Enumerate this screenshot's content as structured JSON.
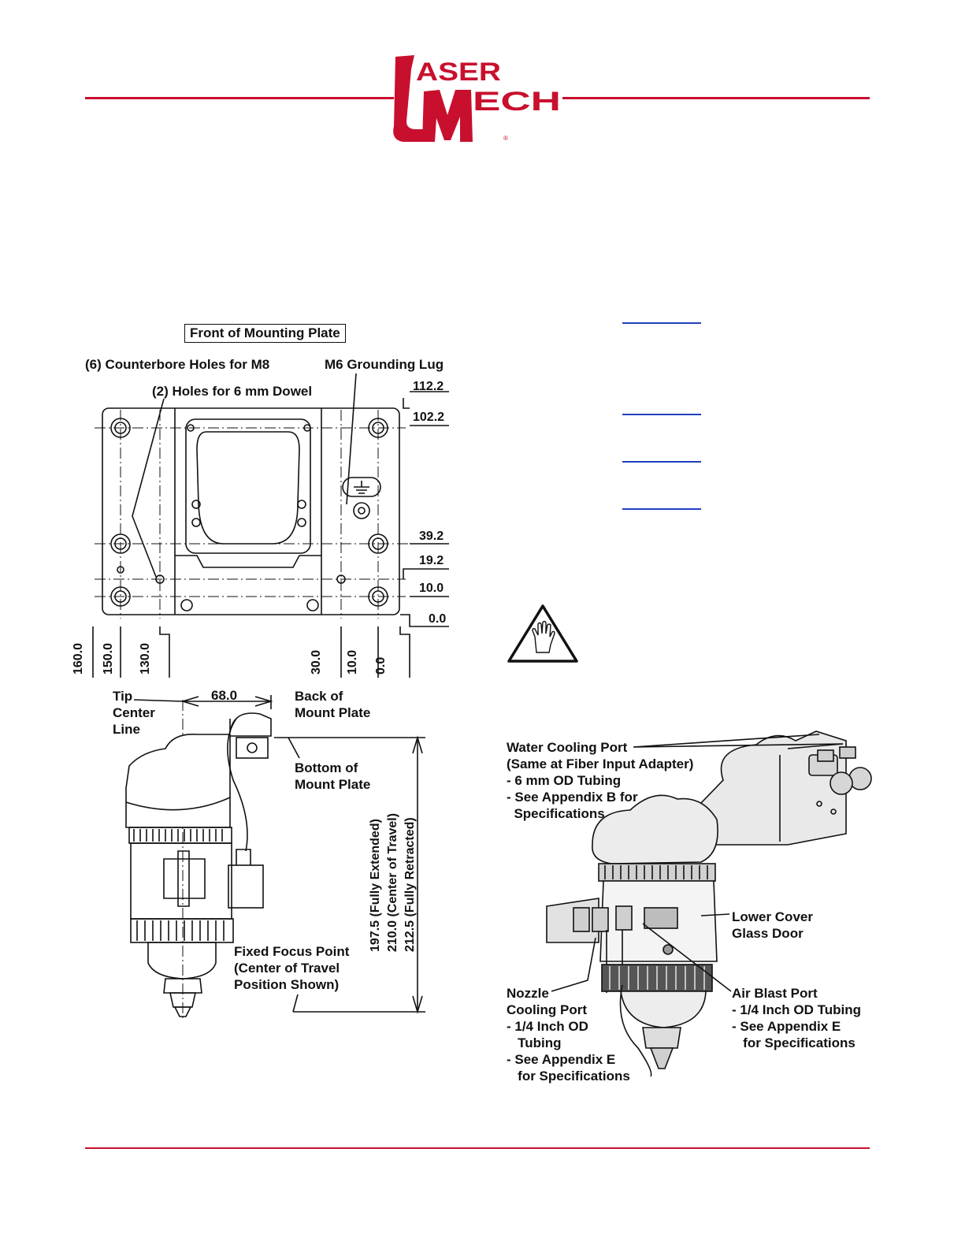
{
  "header": {
    "logo_text_top": "LASER",
    "logo_text_bottom": "MECH",
    "brand_color": "#c8102e"
  },
  "drawing_front": {
    "title": "Front of Mounting Plate",
    "callouts": {
      "counterbore": "(6) Counterbore Holes for M8",
      "dowel": "(2) Holes for 6 mm Dowel",
      "grounding": "M6 Grounding Lug"
    },
    "vertical_dims": [
      "112.2",
      "102.2",
      "39.2",
      "19.2",
      "10.0",
      "0.0"
    ],
    "horizontal_dims": [
      "160.0",
      "150.0",
      "130.0",
      "30.0",
      "10.0",
      "0.0"
    ]
  },
  "drawing_side": {
    "tip_center_line": "Tip\nCenter\nLine",
    "offset_dim": "68.0",
    "back_of_mount": "Back of\nMount Plate",
    "bottom_of_mount": "Bottom of\nMount Plate",
    "fixed_focus": "Fixed Focus Point\n(Center of Travel\nPosition Shown)",
    "height_dims": [
      "197.5 (Fully Extended)",
      "210.0 (Center of Travel)",
      "212.5 (Fully Retracted)"
    ]
  },
  "photo_labels": {
    "water_cooling": "Water Cooling Port\n(Same at Fiber Input Adapter)\n- 6 mm OD Tubing\n- See Appendix B for\n  Specifications",
    "lower_cover": "Lower Cover\nGlass Door",
    "nozzle_cooling": "Nozzle\nCooling Port\n- 1/4 Inch OD\n   Tubing\n- See Appendix E\n   for Specifications",
    "air_blast": "Air Blast Port\n- 1/4 Inch OD Tubing\n- See Appendix E\n   for Specifications"
  },
  "warning_icon": "hand-crush-warning-icon"
}
